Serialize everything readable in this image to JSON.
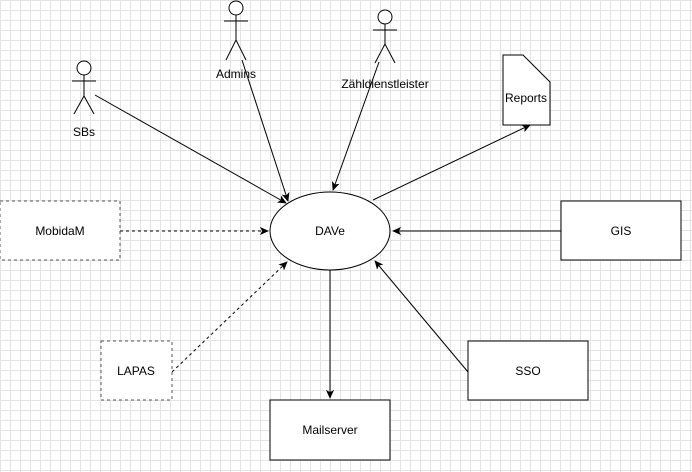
{
  "actors": {
    "sbs": "SBs",
    "admins": "Admins",
    "zaehldienstleister": "Zähldienstleister"
  },
  "nodes": {
    "dave": "DAVe",
    "reports": "Reports",
    "mobidam": "MobidaM",
    "gis": "GIS",
    "lapas": "LAPAS",
    "sso": "SSO",
    "mailserver": "Mailserver"
  },
  "colors": {
    "background": "#ffffff",
    "grid": "#e3e3e3",
    "stroke": "#000000",
    "dashed_stroke": "#555555"
  }
}
